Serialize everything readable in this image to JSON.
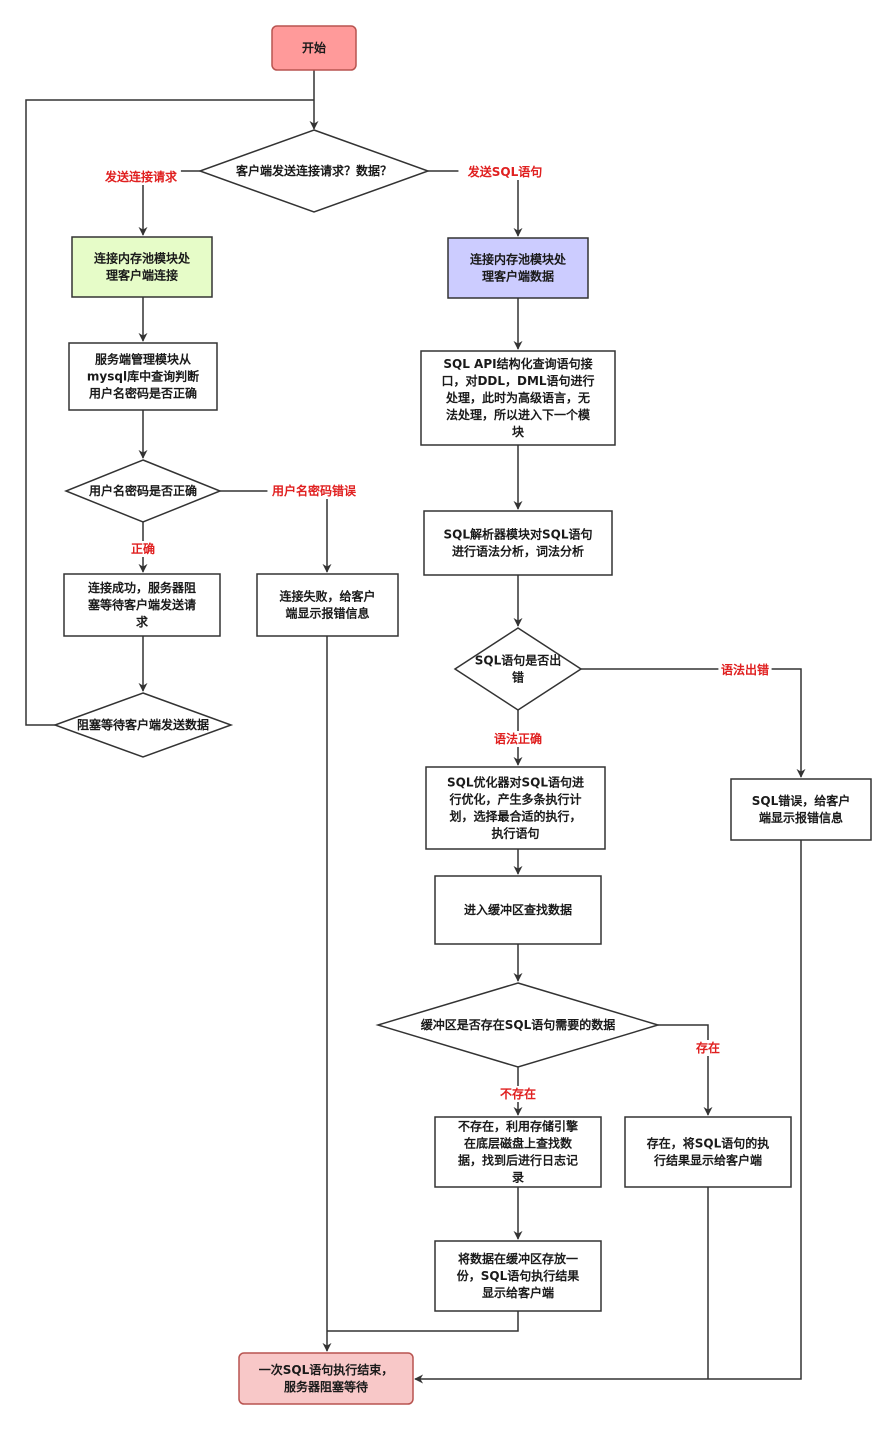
{
  "colors": {
    "line": "#333333",
    "label_red": "#e02020",
    "start_fill": "#ff9a9a",
    "start_stroke": "#b85450",
    "end_fill": "#f8c8c8",
    "end_stroke": "#b85450",
    "green_fill": "#e6fcc8",
    "green_stroke": "#333333",
    "purple_fill": "#ccccff",
    "purple_stroke": "#333333",
    "plain_fill": "#ffffff"
  },
  "nodes": {
    "start": {
      "lines": [
        "开始"
      ]
    },
    "decision_request": {
      "lines": [
        "客户端发送连接请求？数据？"
      ]
    },
    "conn_pool_connect": {
      "lines": [
        "连接内存池模块处",
        "理客户端连接"
      ]
    },
    "server_manage": {
      "lines": [
        "服务端管理模块从",
        "mysql库中查询判断",
        "用户名密码是否正确"
      ]
    },
    "decision_password": {
      "lines": [
        "用户名密码是否正确"
      ]
    },
    "conn_success": {
      "lines": [
        "连接成功，服务器阻",
        "塞等待客户端发送请",
        "求"
      ]
    },
    "conn_fail": {
      "lines": [
        "连接失败，给客户",
        "端显示报错信息"
      ]
    },
    "decision_block": {
      "lines": [
        "阻塞等待客户端发送数据"
      ]
    },
    "conn_pool_data": {
      "lines": [
        "连接内存池模块处",
        "理客户端数据"
      ]
    },
    "sql_api": {
      "lines": [
        "SQL API结构化查询语句接",
        "口，对DDL，DML语句进行",
        "处理，此时为高级语言，无",
        "法处理，所以进入下一个模",
        "块"
      ]
    },
    "sql_parser": {
      "lines": [
        "SQL解析器模块对SQL语句",
        "进行语法分析，词法分析"
      ]
    },
    "decision_sql_error": {
      "lines": [
        "SQL语句是否出",
        "错"
      ]
    },
    "sql_optimizer": {
      "lines": [
        "SQL优化器对SQL语句进",
        "行优化，产生多条执行计",
        "划，选择最合适的执行，",
        "执行语句"
      ]
    },
    "sql_error": {
      "lines": [
        "SQL错误，给客户",
        "端显示报错信息"
      ]
    },
    "buffer_search": {
      "lines": [
        "进入缓冲区查找数据"
      ]
    },
    "decision_buffer": {
      "lines": [
        "缓冲区是否存在SQL语句需要的数据"
      ]
    },
    "not_exist": {
      "lines": [
        "不存在，利用存储引擎",
        "在底层磁盘上查找数",
        "据，找到后进行日志记",
        "录"
      ]
    },
    "exist": {
      "lines": [
        "存在，将SQL语句的执",
        "行结果显示给客户端"
      ]
    },
    "store_buffer": {
      "lines": [
        "将数据在缓冲区存放一",
        "份，SQL语句执行结果",
        "显示给客户端"
      ]
    },
    "end": {
      "lines": [
        "一次SQL语句执行结束，",
        "服务器阻塞等待"
      ]
    }
  },
  "edge_labels": {
    "send_request": "发送连接请求",
    "send_sql": "发送SQL语句",
    "password_wrong": "用户名密码错误",
    "correct": "正确",
    "syntax_error": "语法出错",
    "syntax_correct": "语法正确",
    "exist": "存在",
    "not_exist": "不存在"
  }
}
